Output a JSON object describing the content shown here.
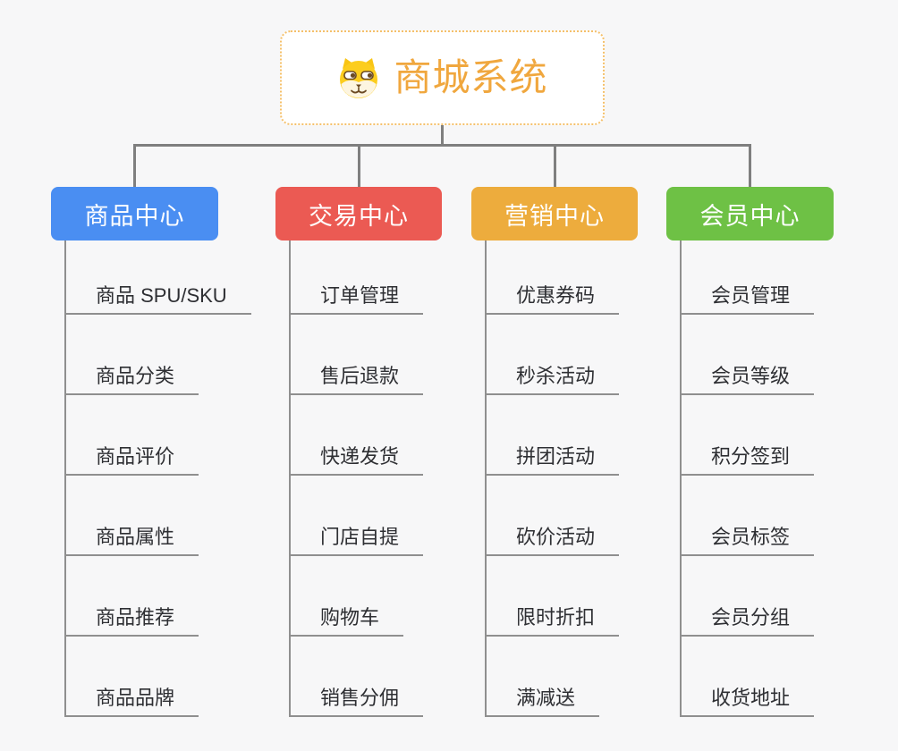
{
  "page": {
    "background_color": "#f7f7f8",
    "connector_color": "#7f7f7f",
    "underline_color": "#8f8f8f"
  },
  "root": {
    "title": "商城系统",
    "icon": "dog-icon",
    "text_color": "#f0a73e",
    "border_color": "#f5c06a"
  },
  "branches": [
    {
      "label": "商品中心",
      "color": "#4a8ef2",
      "items": [
        "商品 SPU/SKU",
        "商品分类",
        "商品评价",
        "商品属性",
        "商品推荐",
        "商品品牌"
      ]
    },
    {
      "label": "交易中心",
      "color": "#eb5a53",
      "items": [
        "订单管理",
        "售后退款",
        "快递发货",
        "门店自提",
        "购物车",
        "销售分佣"
      ]
    },
    {
      "label": "营销中心",
      "color": "#edac3d",
      "items": [
        "优惠券码",
        "秒杀活动",
        "拼团活动",
        "砍价活动",
        "限时折扣",
        "满减送"
      ]
    },
    {
      "label": "会员中心",
      "color": "#6ec145",
      "items": [
        "会员管理",
        "会员等级",
        "积分签到",
        "会员标签",
        "会员分组",
        "收货地址"
      ]
    }
  ]
}
